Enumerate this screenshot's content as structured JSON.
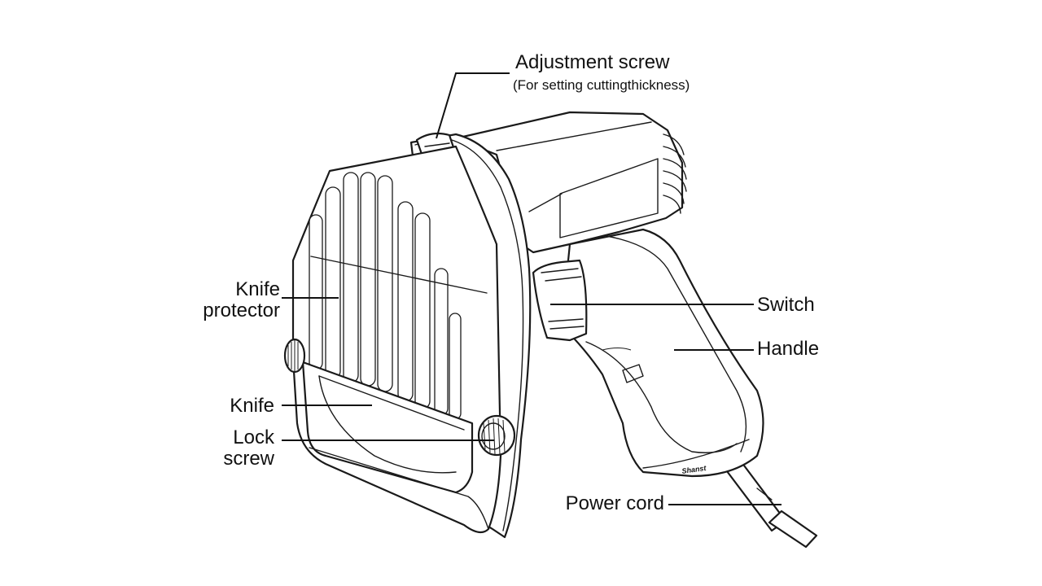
{
  "labels": {
    "adjustment_screw": "Adjustment screw",
    "adjustment_screw_note": "(For setting cuttingthickness)",
    "knife_protector_line1": "Knife",
    "knife_protector_line2": "protector",
    "switch": "Switch",
    "handle": "Handle",
    "knife": "Knife",
    "lock_screw_line1": "Lock",
    "lock_screw_line2": "screw",
    "power_cord": "Power cord"
  },
  "brand_mark": "Shanst"
}
